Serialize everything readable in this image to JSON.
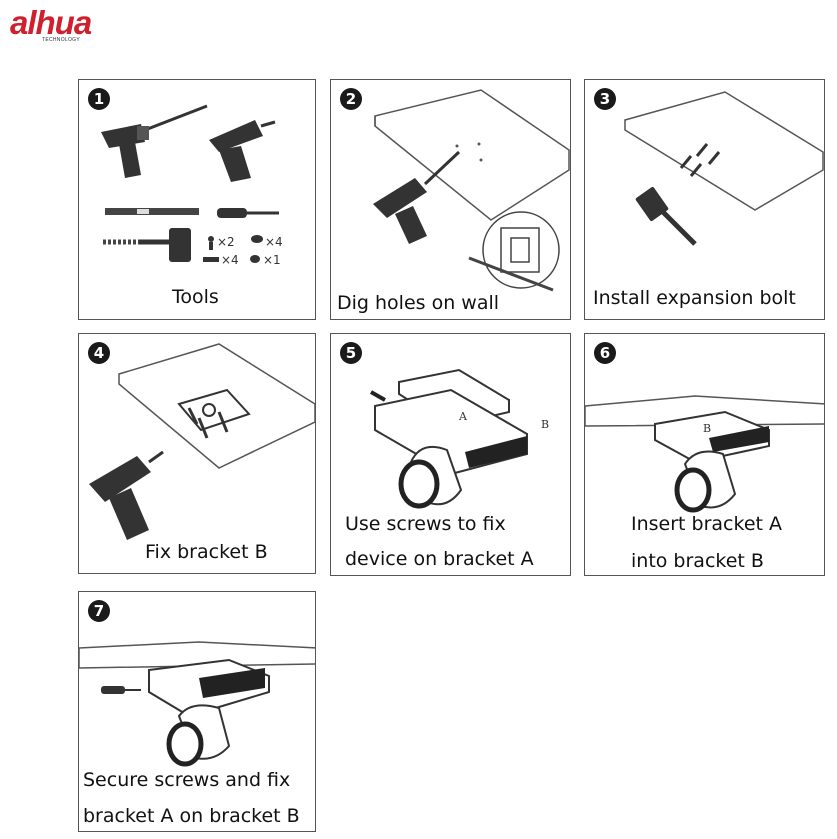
{
  "brand": {
    "name": "alhua",
    "sub": "TECHNOLOGY",
    "color": "#d0202e"
  },
  "steps": [
    {
      "num": "1",
      "caption_lines": [
        "Tools"
      ],
      "tool_counts": {
        "screw": "×2",
        "anchor": "×4",
        "bolt": "×4",
        "key": "×1"
      }
    },
    {
      "num": "2",
      "caption_lines": [
        "Dig holes on wall"
      ]
    },
    {
      "num": "3",
      "caption_lines": [
        "Install expansion bolt"
      ]
    },
    {
      "num": "4",
      "caption_lines": [
        "Fix bracket B"
      ]
    },
    {
      "num": "5",
      "caption_lines": [
        "Use screws to fix",
        "device on bracket A"
      ],
      "labels": {
        "a": "A",
        "b": "B"
      }
    },
    {
      "num": "6",
      "caption_lines": [
        "Insert bracket A",
        "into bracket B"
      ],
      "labels": {
        "b": "B"
      }
    },
    {
      "num": "7",
      "caption_lines": [
        "Secure screws and fix",
        "bracket A on bracket B"
      ]
    }
  ]
}
